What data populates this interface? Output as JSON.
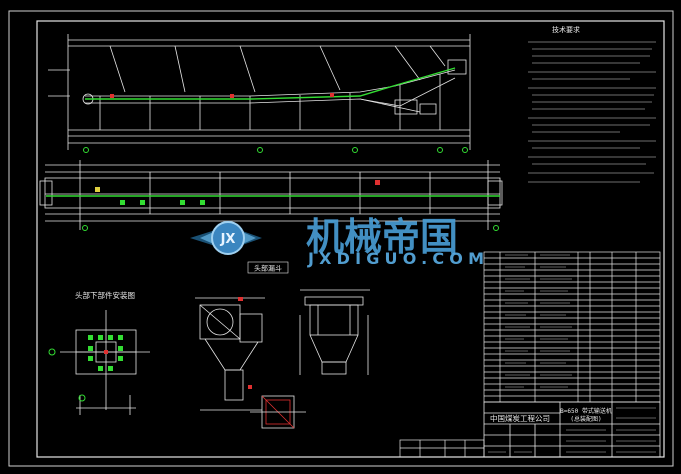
{
  "colors": {
    "background": "#000000",
    "line": "#e6e6e6",
    "belt": "#33dd33",
    "accent_red": "#e03030",
    "accent_yellow": "#e0d040",
    "accent_cyan": "#30c0d0",
    "accent_magenta": "#d040d0",
    "watermark_blue": "#4a9fd8"
  },
  "drawing": {
    "notes_title": "技术要求",
    "head_section_label": "头部漏斗",
    "left_detail_title": "头部下部件安装图",
    "company_name": "中国煤炭工程公司",
    "drawing_title_line1": "B=650 带式输送机",
    "drawing_title_line2": "(总装配图)"
  },
  "watermark": {
    "brand_text": "机械帝国",
    "url_text": "JXDIGUO.COM",
    "logo_letters": "JX"
  }
}
